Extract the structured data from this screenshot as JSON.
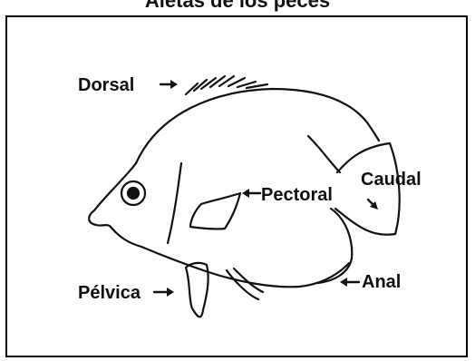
{
  "title": "Aletas de los peces",
  "labels": {
    "dorsal": "Dorsal",
    "pectoral": "Pectoral",
    "caudal": "Caudal",
    "anal": "Anal",
    "pelvica": "Pélvica"
  }
}
